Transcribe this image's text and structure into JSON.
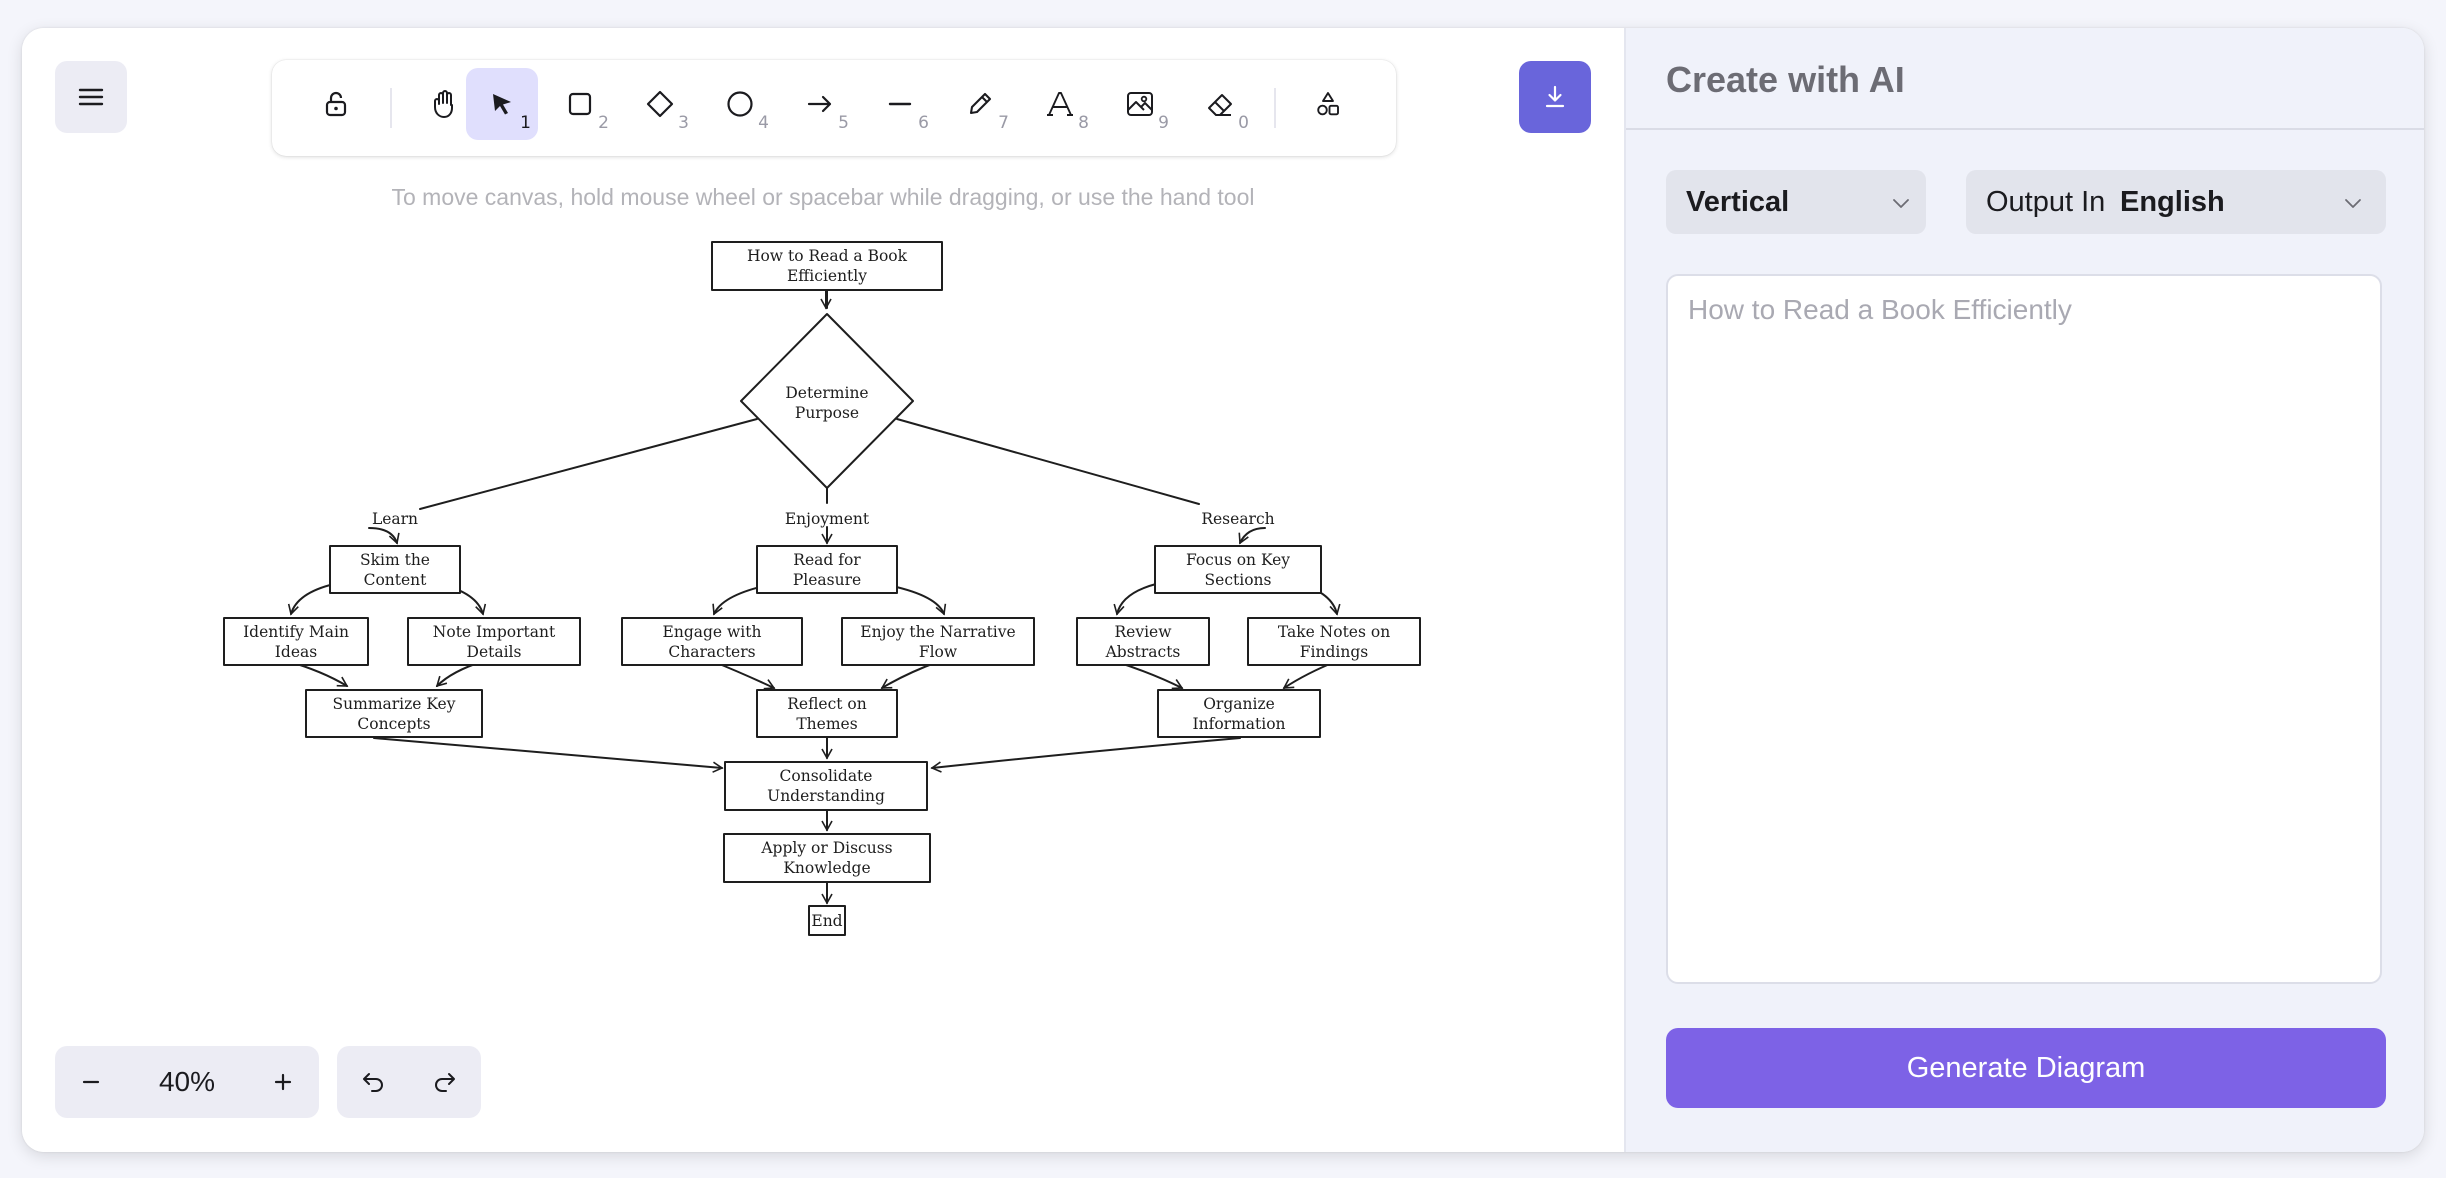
{
  "colors": {
    "accent": "#6965db",
    "generate_button": "#7d62e6",
    "active_tool_bg": "#e0dffd",
    "panel_bg": "#f0f2fa"
  },
  "toolbar": {
    "tools": [
      {
        "name": "lock-tool",
        "icon": "lock-open-icon",
        "key": ""
      },
      {
        "name": "hand-tool",
        "icon": "hand-icon",
        "key": ""
      },
      {
        "name": "selection-tool",
        "icon": "cursor-arrow-icon",
        "key": "1",
        "active": true
      },
      {
        "name": "rectangle-tool",
        "icon": "rectangle-icon",
        "key": "2"
      },
      {
        "name": "diamond-tool",
        "icon": "diamond-icon",
        "key": "3"
      },
      {
        "name": "ellipse-tool",
        "icon": "ellipse-icon",
        "key": "4"
      },
      {
        "name": "arrow-tool",
        "icon": "arrow-right-icon",
        "key": "5"
      },
      {
        "name": "line-tool",
        "icon": "line-icon",
        "key": "6"
      },
      {
        "name": "draw-tool",
        "icon": "pencil-icon",
        "key": "7"
      },
      {
        "name": "text-tool",
        "icon": "text-icon",
        "key": "8"
      },
      {
        "name": "image-tool",
        "icon": "image-icon",
        "key": "9"
      },
      {
        "name": "eraser-tool",
        "icon": "eraser-icon",
        "key": "0"
      },
      {
        "name": "more-shapes-tool",
        "icon": "shapes-icon",
        "key": ""
      }
    ]
  },
  "canvas": {
    "hint": "To move canvas, hold mouse wheel or spacebar while dragging, or use the hand tool"
  },
  "diagram": {
    "nodes": {
      "start": "How to Read a Book Efficiently",
      "decision": "Determine Purpose",
      "skim": "Skim the Content",
      "identify": "Identify Main Ideas",
      "note_details": "Note Important Details",
      "summarize": "Summarize Key Concepts",
      "read_pleasure": "Read for Pleasure",
      "engage": "Engage with Characters",
      "enjoy": "Enjoy the Narrative Flow",
      "reflect": "Reflect on Themes",
      "focus": "Focus on Key Sections",
      "review": "Review Abstracts",
      "take_notes": "Take Notes on Findings",
      "organize": "Organize Information",
      "consolidate": "Consolidate Understanding",
      "apply": "Apply or Discuss Knowledge",
      "end": "End"
    },
    "edge_labels": {
      "learn": "Learn",
      "enjoyment": "Enjoyment",
      "research": "Research"
    }
  },
  "footer": {
    "zoom": "40%",
    "zoom_out_icon": "minus-icon",
    "zoom_in_icon": "plus-icon",
    "undo_icon": "undo-icon",
    "redo_icon": "redo-icon"
  },
  "panel": {
    "title": "Create with AI",
    "direction": "Vertical",
    "output_label": "Output In",
    "output_language": "English",
    "prompt_placeholder": "How to Read a Book Efficiently",
    "prompt_value": "",
    "generate_label": "Generate Diagram"
  }
}
